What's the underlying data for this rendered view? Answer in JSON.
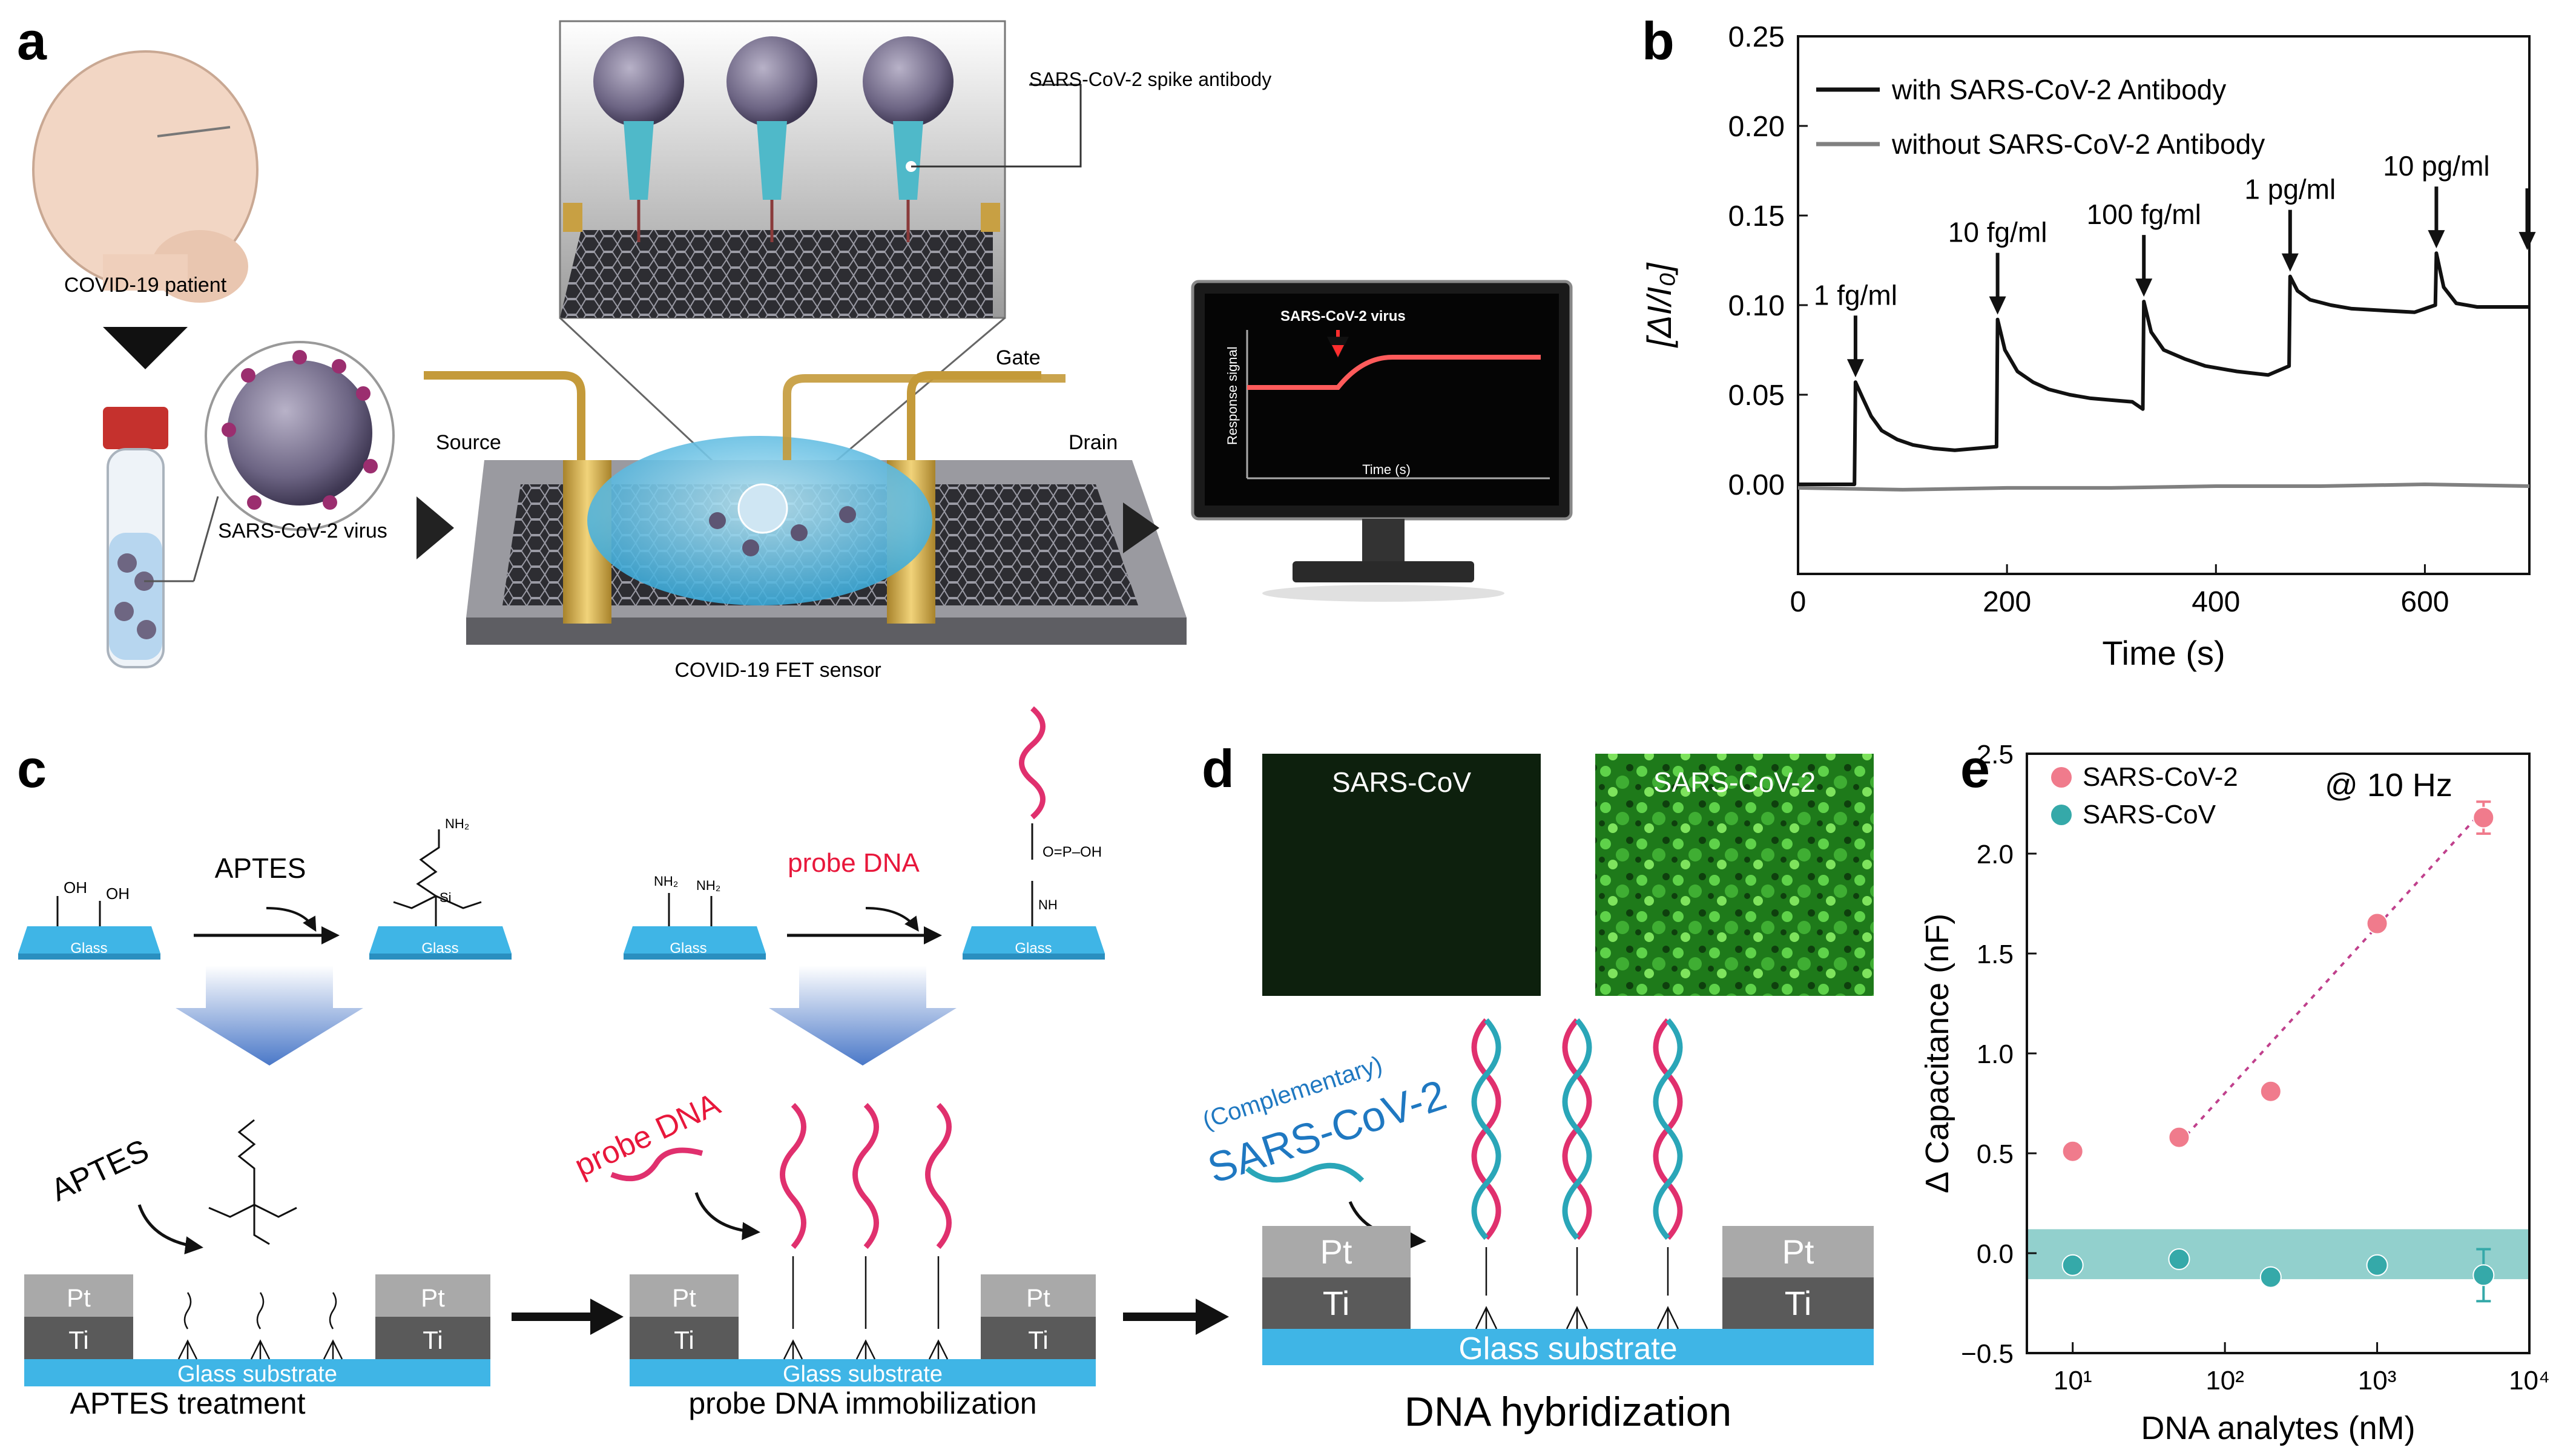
{
  "panels": {
    "a": {
      "letter": "a",
      "patient_label": "COVID-19 patient",
      "virus_label": "SARS-CoV-2 virus",
      "antibody_label": "SARS-CoV-2 spike antibody",
      "source_label": "Source",
      "gate_label": "Gate",
      "drain_label": "Drain",
      "sensor_label": "COVID-19 FET sensor",
      "monitor": {
        "virus_label": "SARS-CoV-2 virus",
        "ylabel": "Response signal",
        "xlabel": "Time (s)"
      }
    },
    "b": {
      "letter": "b"
    },
    "c": {
      "letter": "c",
      "aptes": "APTES",
      "probe_dna": "probe DNA",
      "glass": "Glass",
      "nh2": "NH₂",
      "oh": "OH",
      "step1_caption": "APTES treatment",
      "step2_caption": "probe DNA immobilization",
      "glass_substrate": "Glass substrate",
      "pt": "Pt",
      "ti": "Ti",
      "si": "Si",
      "nh": "NH",
      "phosphate": "O=P–OH"
    },
    "d": {
      "letter": "d",
      "img_left": "SARS-CoV",
      "img_right": "SARS-CoV-2",
      "complementary": "(Complementary)",
      "target": "SARS-CoV-2",
      "caption": "DNA hybridization",
      "glass_substrate": "Glass substrate",
      "pt": "Pt",
      "ti": "Ti"
    },
    "e": {
      "letter": "e"
    }
  },
  "colors": {
    "glass_blue": "#3fb5e6",
    "pt_gray": "#a9a9a9",
    "ti_gray": "#5a5a5a",
    "dna_pink": "#e0306e",
    "dna_teal": "#2aa6b8",
    "series_pink": "#f07b8c",
    "series_teal": "#35a9a9",
    "band_teal": "#7fc8c4",
    "fit_line": "#c0408c",
    "probe_red": "#e8173b",
    "sars2_blue": "#1f78c1"
  },
  "chart_data": [
    {
      "panel": "b",
      "type": "line",
      "xlabel": "Time (s)",
      "ylabel": "[ΔI/I₀]",
      "xlim": [
        0,
        700
      ],
      "ylim": [
        -0.05,
        0.25
      ],
      "x_ticks": [
        0,
        200,
        400,
        600
      ],
      "y_ticks": [
        0.0,
        0.05,
        0.1,
        0.15,
        0.2,
        0.25
      ],
      "legend_position": "top-left",
      "series": [
        {
          "name": "with SARS-CoV-2 Antibody",
          "color": "#111111",
          "x": [
            0,
            54,
            55,
            62,
            70,
            80,
            95,
            110,
            130,
            150,
            170,
            190,
            191,
            198,
            210,
            225,
            240,
            260,
            280,
            300,
            320,
            330,
            331,
            338,
            350,
            370,
            390,
            420,
            450,
            470,
            471,
            478,
            490,
            510,
            530,
            560,
            590,
            610,
            611,
            618,
            630,
            650,
            700
          ],
          "y": [
            0.0,
            0.0,
            0.057,
            0.048,
            0.038,
            0.03,
            0.025,
            0.022,
            0.02,
            0.019,
            0.02,
            0.021,
            0.092,
            0.075,
            0.063,
            0.057,
            0.053,
            0.05,
            0.048,
            0.047,
            0.046,
            0.042,
            0.102,
            0.085,
            0.075,
            0.07,
            0.066,
            0.063,
            0.061,
            0.066,
            0.116,
            0.108,
            0.103,
            0.1,
            0.098,
            0.097,
            0.096,
            0.1,
            0.129,
            0.11,
            0.101,
            0.099,
            0.099
          ]
        },
        {
          "name": "without SARS-CoV-2 Antibody",
          "color": "#808080",
          "x": [
            0,
            100,
            200,
            300,
            400,
            500,
            600,
            700
          ],
          "y": [
            -0.002,
            -0.003,
            -0.002,
            -0.002,
            -0.001,
            -0.001,
            0.0,
            -0.001
          ]
        }
      ],
      "annotations": [
        {
          "text": "1 fg/ml",
          "x": 55,
          "y": 0.057
        },
        {
          "text": "10 fg/ml",
          "x": 191,
          "y": 0.092
        },
        {
          "text": "100 fg/ml",
          "x": 331,
          "y": 0.102
        },
        {
          "text": "1 pg/ml",
          "x": 471,
          "y": 0.116
        },
        {
          "text": "10 pg/ml",
          "x": 611,
          "y": 0.129
        },
        {
          "text": "",
          "x": 698,
          "y": 0.128
        }
      ]
    },
    {
      "panel": "e",
      "type": "scatter",
      "xlabel": "DNA analytes (nM)",
      "ylabel": "Δ Capacitance (nF)",
      "xscale": "log",
      "xlim": [
        5,
        10000
      ],
      "ylim": [
        -0.5,
        2.5
      ],
      "x_tick_labels": [
        "10¹",
        "10²",
        "10³",
        "10⁴"
      ],
      "x_tick_values": [
        10,
        100,
        1000,
        10000
      ],
      "y_ticks": [
        -0.5,
        0.0,
        0.5,
        1.0,
        1.5,
        2.0,
        2.5
      ],
      "y_tick_labels": [
        "−0.5",
        "0.0",
        "0.5",
        "1.0",
        "1.5",
        "2.0",
        "2.5"
      ],
      "annotation": "@ 10 Hz",
      "legend_position": "top-left",
      "band": {
        "y_min": -0.13,
        "y_max": 0.12
      },
      "fit_line": {
        "x": [
          50,
          5000
        ],
        "y": [
          0.55,
          2.22
        ]
      },
      "series": [
        {
          "name": "SARS-CoV-2",
          "color": "#f07b8c",
          "x": [
            10,
            50,
            200,
            1000,
            5000
          ],
          "y": [
            0.51,
            0.58,
            0.81,
            1.65,
            2.18
          ],
          "err": [
            0,
            0,
            0,
            0,
            0.08
          ]
        },
        {
          "name": "SARS-CoV",
          "color": "#35a9a9",
          "x": [
            10,
            50,
            200,
            1000,
            5000
          ],
          "y": [
            -0.06,
            -0.03,
            -0.12,
            -0.06,
            -0.11
          ],
          "err": [
            0,
            0,
            0,
            0,
            0.13
          ]
        }
      ]
    }
  ]
}
